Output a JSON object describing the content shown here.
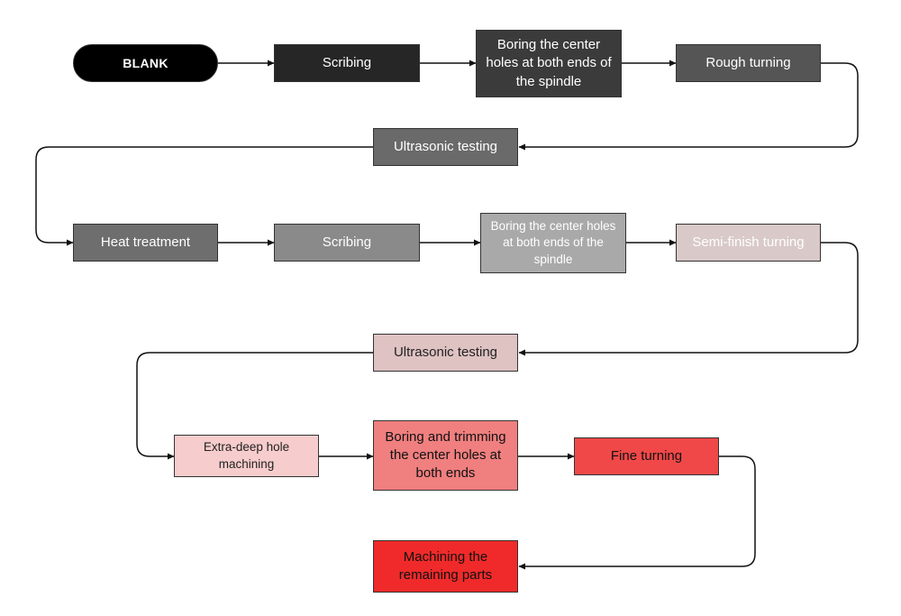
{
  "nodes": {
    "blank": {
      "label": "BLANK",
      "bg": "#000000",
      "fg": "#ffffff"
    },
    "scribing1": {
      "label": "Scribing",
      "bg": "#262626",
      "fg": "#ffffff"
    },
    "boring1": {
      "label": "Boring the center holes at both ends of the spindle",
      "bg": "#3b3b3b",
      "fg": "#ffffff"
    },
    "rough": {
      "label": "Rough turning",
      "bg": "#555555",
      "fg": "#ffffff"
    },
    "ultra1": {
      "label": "Ultrasonic testing",
      "bg": "#6a6a6a",
      "fg": "#ffffff"
    },
    "heat": {
      "label": "Heat treatment",
      "bg": "#6e6e6e",
      "fg": "#ffffff"
    },
    "scribing2": {
      "label": "Scribing",
      "bg": "#8a8a8a",
      "fg": "#ffffff"
    },
    "boring2": {
      "label": "Boring the center holes at both ends of the spindle",
      "bg": "#a9a9a9",
      "fg": "#ffffff"
    },
    "semi": {
      "label": "Semi-finish turning",
      "bg": "#d9c9c9",
      "fg": "#ffffff"
    },
    "ultra2": {
      "label": "Ultrasonic testing",
      "bg": "#dfc2c2",
      "fg": "#222222"
    },
    "extra": {
      "label": "Extra-deep hole machining",
      "bg": "#f7cccc",
      "fg": "#222222"
    },
    "trim": {
      "label": "Boring and trimming the center holes at both ends",
      "bg": "#f07f7f",
      "fg": "#111111"
    },
    "fine": {
      "label": "Fine turning",
      "bg": "#f04848",
      "fg": "#111111"
    },
    "remaining": {
      "label": "Machining the remaining parts",
      "bg": "#f02a2a",
      "fg": "#111111"
    }
  }
}
